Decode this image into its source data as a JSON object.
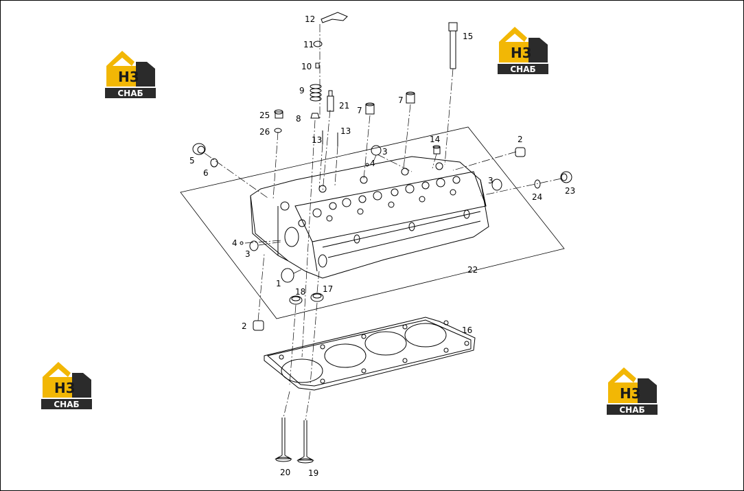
{
  "logo": {
    "mark": "H3",
    "text": "СНАБ",
    "colors": {
      "yellow": "#f2b705",
      "dark": "#2b2b2b",
      "white": "#ffffff"
    }
  },
  "callouts": [
    {
      "id": "c1",
      "text": "1"
    },
    {
      "id": "c2a",
      "text": "2"
    },
    {
      "id": "c2b",
      "text": "2"
    },
    {
      "id": "c3a",
      "text": "3"
    },
    {
      "id": "c3b",
      "text": "3"
    },
    {
      "id": "c3c",
      "text": "3"
    },
    {
      "id": "c4a",
      "text": "4"
    },
    {
      "id": "c4b",
      "text": "4"
    },
    {
      "id": "c5",
      "text": "5"
    },
    {
      "id": "c6",
      "text": "6"
    },
    {
      "id": "c7a",
      "text": "7"
    },
    {
      "id": "c7b",
      "text": "7"
    },
    {
      "id": "c8",
      "text": "8"
    },
    {
      "id": "c9",
      "text": "9"
    },
    {
      "id": "c10",
      "text": "10"
    },
    {
      "id": "c11",
      "text": "11"
    },
    {
      "id": "c12",
      "text": "12"
    },
    {
      "id": "c13a",
      "text": "13"
    },
    {
      "id": "c13b",
      "text": "13"
    },
    {
      "id": "c14",
      "text": "14"
    },
    {
      "id": "c15",
      "text": "15"
    },
    {
      "id": "c16",
      "text": "16"
    },
    {
      "id": "c17",
      "text": "17"
    },
    {
      "id": "c18",
      "text": "18"
    },
    {
      "id": "c19",
      "text": "19"
    },
    {
      "id": "c20",
      "text": "20"
    },
    {
      "id": "c21",
      "text": "21"
    },
    {
      "id": "c22",
      "text": "22"
    },
    {
      "id": "c23",
      "text": "23"
    },
    {
      "id": "c24",
      "text": "24"
    },
    {
      "id": "c25",
      "text": "25"
    },
    {
      "id": "c26",
      "text": "26"
    }
  ]
}
